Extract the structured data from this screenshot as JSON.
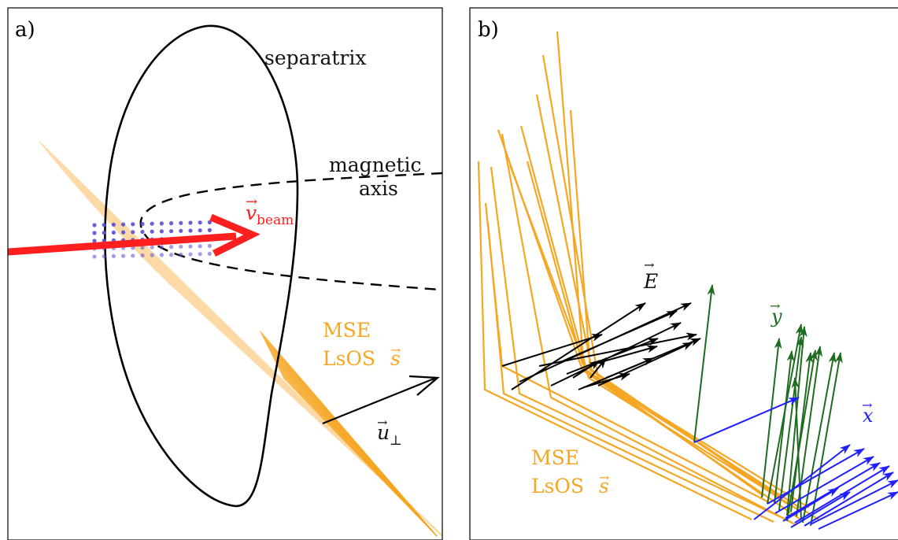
{
  "panel_a": {
    "letter": "a)",
    "separatrix_label": "separatrix",
    "magnetic_axis_label_1": "magnetic",
    "magnetic_axis_label_2": "axis",
    "vbeam_symbol": "v",
    "vbeam_subscript": "beam",
    "mse_label_1": "MSE",
    "mse_label_2": "LsOS",
    "mse_vector_symbol": "s",
    "uperp_symbol": "u",
    "uperp_subscript": "⊥"
  },
  "panel_b": {
    "letter": "b)",
    "e_symbol": "E",
    "y_symbol": "y",
    "x_symbol": "x",
    "mse_label_1": "MSE",
    "mse_label_2": "LsOS",
    "mse_vector_symbol": "s"
  },
  "colors": {
    "los_orange": "#f5a623",
    "los_orange_faint": "#fbd9a6",
    "beam_red": "#ff1f1f",
    "dot_blue": "#5a4fcf",
    "e_black": "#000000",
    "y_green": "#1f6b1f",
    "x_blue": "#1f1fff"
  }
}
